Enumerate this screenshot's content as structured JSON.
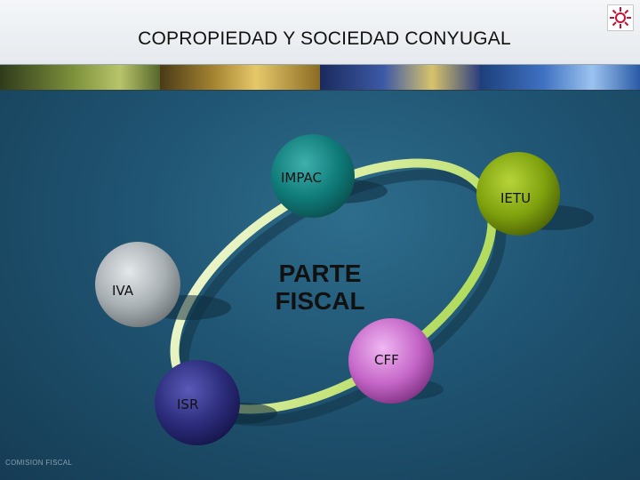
{
  "slide": {
    "title": "COPROPIEDAD Y SOCIEDAD CONYUGAL",
    "footer": "COMISION FISCAL",
    "center_label_line1": "PARTE",
    "center_label_line2": "FISCAL"
  },
  "nodes": [
    {
      "id": "impac",
      "label": "IMPAC",
      "color": "#0f7b79"
    },
    {
      "id": "ietu",
      "label": "IETU",
      "color": "#7fa10d"
    },
    {
      "id": "iva",
      "label": "IVA",
      "color": "#9da4a8"
    },
    {
      "id": "cff",
      "label": "CFF",
      "color": "#c566c8"
    },
    {
      "id": "isr",
      "label": "ISR",
      "color": "#2b2b7a"
    }
  ],
  "colors": {
    "background": "#1f5472",
    "ring_light": "#e9f2c2",
    "ring_green": "#a5d64a"
  }
}
